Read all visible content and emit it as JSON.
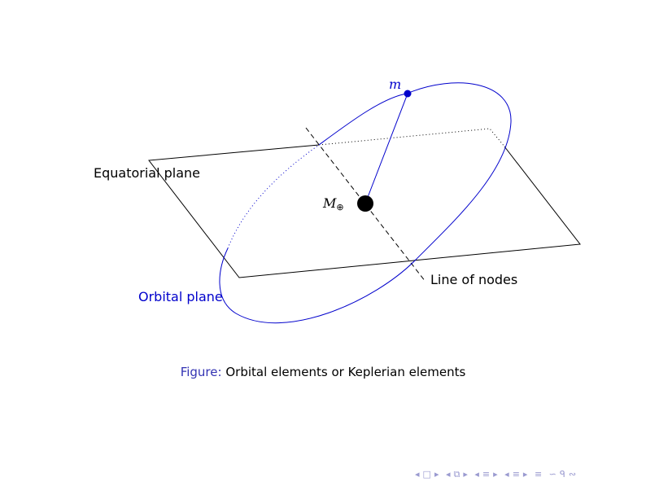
{
  "labels": {
    "mass_m": "m",
    "earth_mass": "M",
    "earth_subscript": "⊕",
    "equatorial_plane": "Equatorial plane",
    "orbital_plane": "Orbital plane",
    "line_of_nodes": "Line of nodes"
  },
  "caption": {
    "prefix": "Figure:",
    "text": "Orbital elements or Keplerian elements"
  },
  "colors": {
    "orbit": "#0000cc",
    "plane": "#000000",
    "caption_prefix": "#3333b3"
  },
  "nav_icons": [
    "frame-prev-icon",
    "frame-next-icon",
    "section-prev-icon",
    "section-next-icon",
    "subsection-prev-icon",
    "subsection-next-icon",
    "align-icon",
    "search-icon"
  ]
}
